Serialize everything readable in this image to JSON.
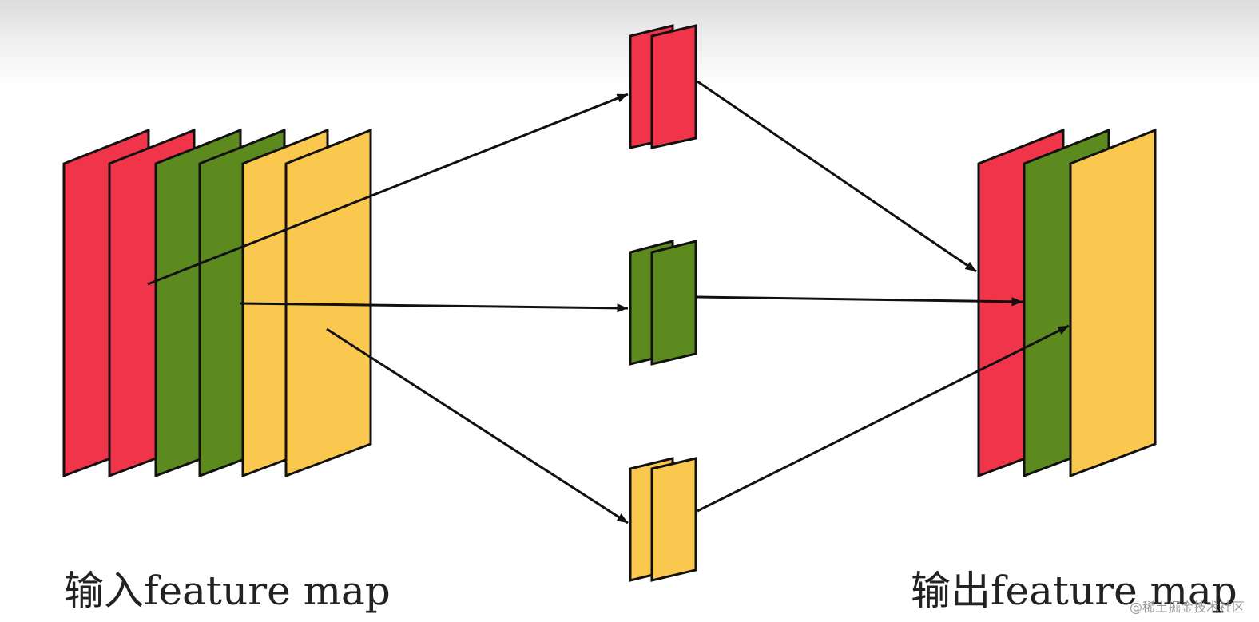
{
  "labels": {
    "input": "输入feature map",
    "output": "输出feature map"
  },
  "watermark": "@稀土掘金技术社区",
  "colors": {
    "red": "#f0354a",
    "green": "#5c8a1f",
    "yellow": "#fbc84f",
    "stroke": "#111111"
  },
  "input_channels": [
    "red",
    "red",
    "green",
    "green",
    "yellow",
    "yellow"
  ],
  "groups": [
    {
      "color": "red",
      "channels": 2
    },
    {
      "color": "green",
      "channels": 2
    },
    {
      "color": "yellow",
      "channels": 2
    }
  ],
  "output_channels": [
    "red",
    "green",
    "yellow"
  ]
}
